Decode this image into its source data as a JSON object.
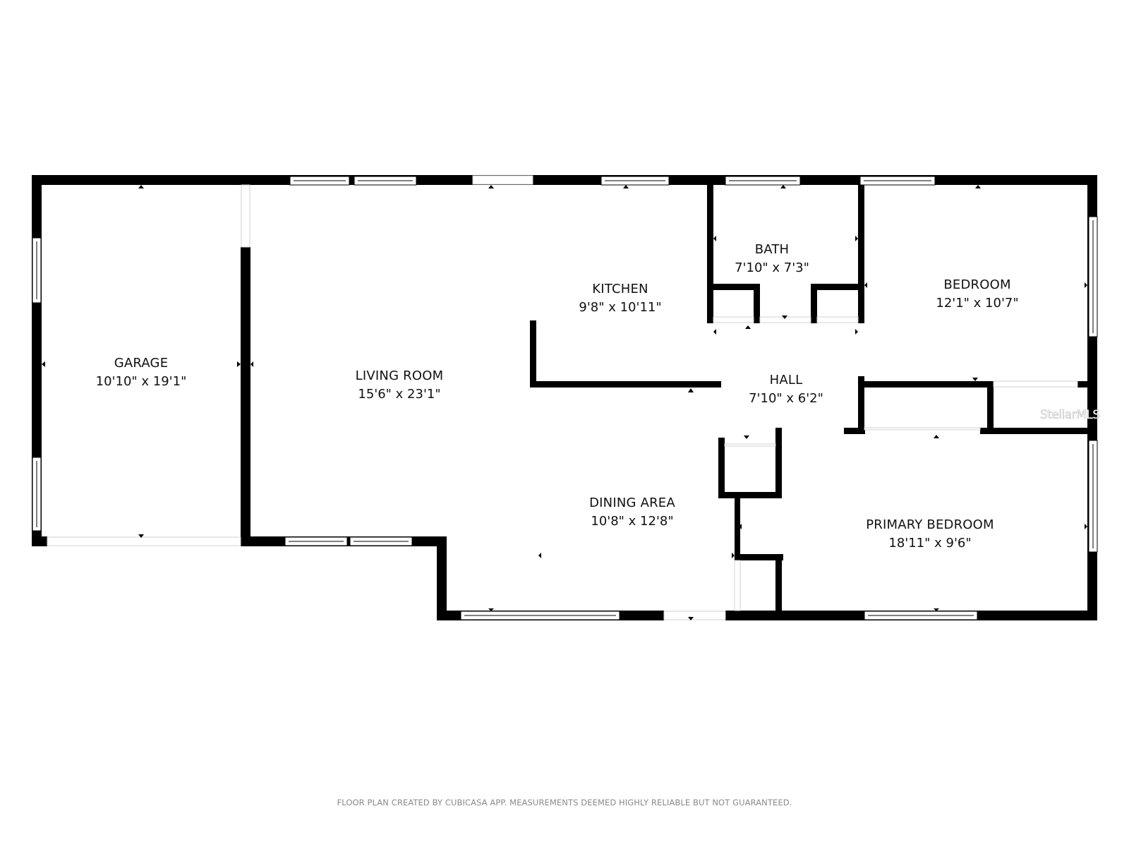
{
  "floor_plan": {
    "rooms": [
      {
        "id": "garage",
        "name": "GARAGE",
        "dimensions": "10'10\" x 19'1\""
      },
      {
        "id": "living_room",
        "name": "LIVING ROOM",
        "dimensions": "15'6\" x 23'1\""
      },
      {
        "id": "kitchen",
        "name": "KITCHEN",
        "dimensions": "9'8\" x 10'11\""
      },
      {
        "id": "bath",
        "name": "BATH",
        "dimensions": "7'10\" x 7'3\""
      },
      {
        "id": "bedroom",
        "name": "BEDROOM",
        "dimensions": "12'1\" x 10'7\""
      },
      {
        "id": "hall",
        "name": "HALL",
        "dimensions": "7'10\" x 6'2\""
      },
      {
        "id": "dining_area",
        "name": "DINING AREA",
        "dimensions": "10'8\" x 12'8\""
      },
      {
        "id": "primary_bedroom",
        "name": "PRIMARY BEDROOM",
        "dimensions": "18'11\" x 9'6\""
      }
    ],
    "watermark": "StellarMLS",
    "footer": "FLOOR PLAN CREATED BY CUBICASA APP. MEASUREMENTS DEEMED HIGHLY RELIABLE BUT NOT GUARANTEED.",
    "colors": {
      "wall": "#000000",
      "background": "#ffffff",
      "text": "#111111",
      "footer_text": "#8a8a8a"
    }
  }
}
